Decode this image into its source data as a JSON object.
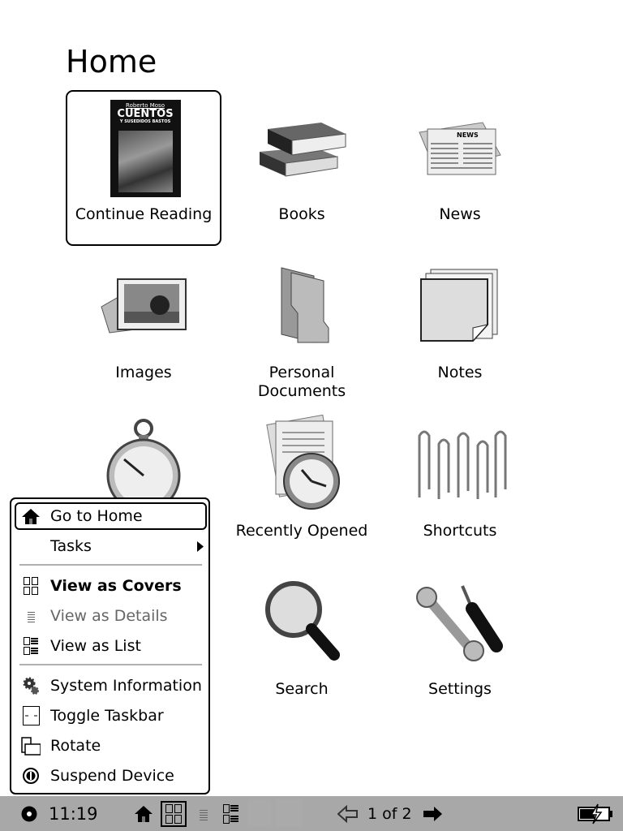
{
  "page": {
    "title": "Home"
  },
  "grid": [
    {
      "label": "Continue Reading",
      "icon": "book-cover-image",
      "cover": {
        "author": "Roberto Moso",
        "title": "CUENTOS",
        "subtitle": "Y SUSEDIDOS BASTOS"
      }
    },
    {
      "label": "Books",
      "icon": "books-icon"
    },
    {
      "label": "News",
      "icon": "newspaper-icon",
      "badge": "NEWS"
    },
    {
      "label": "Images",
      "icon": "images-icon"
    },
    {
      "label": "Personal Documents",
      "line1": "Personal",
      "line2": "Documents",
      "icon": "folder-icon"
    },
    {
      "label": "Notes",
      "icon": "notes-icon"
    },
    {
      "label": "",
      "icon": "stopwatch-icon"
    },
    {
      "label": "Recently Opened",
      "icon": "clock-icon"
    },
    {
      "label": "Shortcuts",
      "icon": "paperclips-icon"
    },
    {
      "label": "",
      "icon": ""
    },
    {
      "label": "Search",
      "icon": "magnifier-icon"
    },
    {
      "label": "Settings",
      "icon": "tools-icon"
    }
  ],
  "menu": {
    "items": [
      {
        "label": "Go to Home",
        "icon": "home-icon"
      },
      {
        "label": "Tasks",
        "icon": "submenu-arrow-icon"
      },
      {
        "label": "View as Covers",
        "icon": "covers-icon"
      },
      {
        "label": "View as Details",
        "icon": "details-icon"
      },
      {
        "label": "View as List",
        "icon": "list-icon"
      },
      {
        "label": "System Information",
        "icon": "gears-icon"
      },
      {
        "label": "Toggle Taskbar",
        "icon": "toggle-taskbar-icon"
      },
      {
        "label": "Rotate",
        "icon": "rotate-icon"
      },
      {
        "label": "Suspend Device",
        "icon": "power-icon"
      }
    ]
  },
  "taskbar": {
    "clock": "11:19",
    "page": "1 of 2"
  },
  "colors": {
    "taskbar": "#a8a8a8",
    "disabled": "#666666"
  }
}
